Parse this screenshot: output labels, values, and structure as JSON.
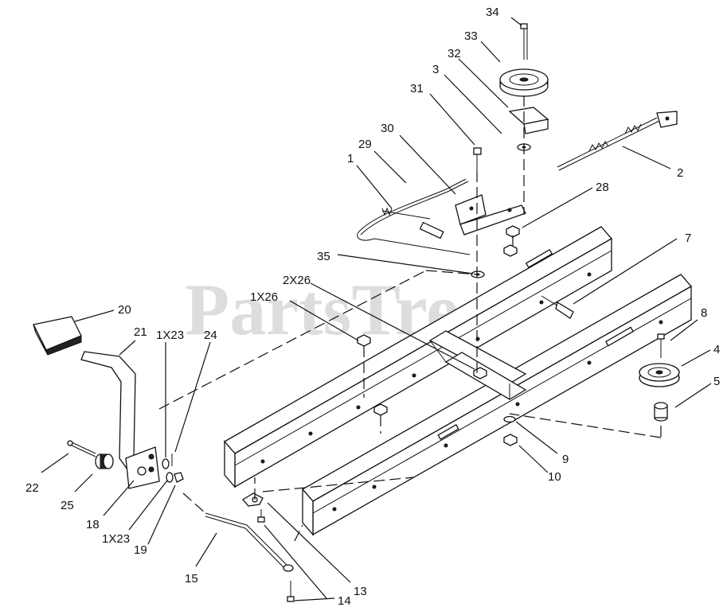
{
  "watermark": "PartsTree",
  "callouts": {
    "c34": "34",
    "c33": "33",
    "c32": "32",
    "c3": "3",
    "c31": "31",
    "c30": "30",
    "c29": "29",
    "c1": "1",
    "c2": "2",
    "c28": "28",
    "c7": "7",
    "c35": "35",
    "c2x26": "2X26",
    "c1x26": "1X26",
    "c20": "20",
    "c21": "21",
    "c1x23a": "1X23",
    "c24": "24",
    "c8": "8",
    "c4": "4",
    "c5": "5",
    "c9": "9",
    "c10": "10",
    "c22": "22",
    "c25": "25",
    "c18": "18",
    "c1x23b": "1X23",
    "c19": "19",
    "c15": "15",
    "c13": "13",
    "c14": "14"
  }
}
